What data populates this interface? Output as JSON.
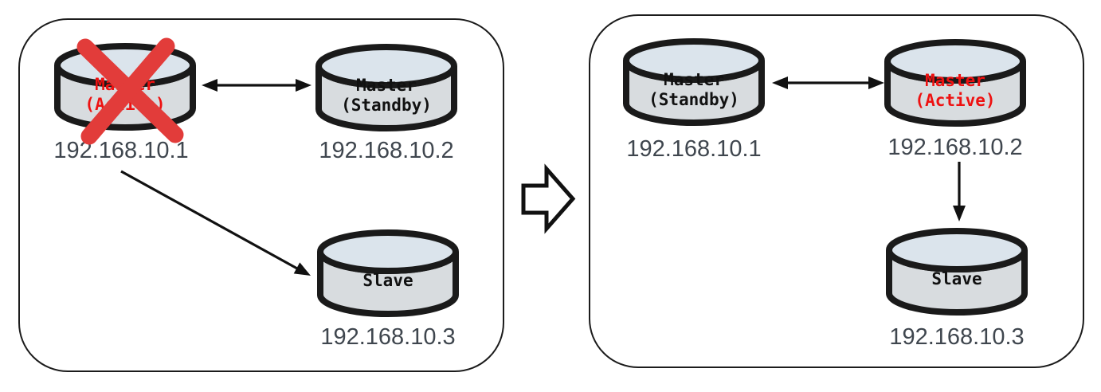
{
  "colors": {
    "outline": "#1a1a1a",
    "cylinder_body": "#d8dcdf",
    "cylinder_top": "#dbe4ec",
    "label_default": "#111111",
    "label_active_red": "#ee1111",
    "failure_cross_red": "#e23c3a",
    "ip_text": "#3f464e"
  },
  "panels": {
    "before": {
      "nodes": {
        "master_active": {
          "line1": "Master",
          "line2": "(Active)",
          "ip": "192.168.10.1"
        },
        "master_standby": {
          "line1": "Master",
          "line2": "(Standby)",
          "ip": "192.168.10.2"
        },
        "slave": {
          "line1": "Slave",
          "ip": "192.168.10.3"
        }
      },
      "failed_node": "master_active",
      "arrows": [
        {
          "type": "double-headed",
          "between": [
            "master_active",
            "master_standby"
          ]
        },
        {
          "type": "single-headed",
          "from": "master_active",
          "to": "slave"
        }
      ]
    },
    "after": {
      "nodes": {
        "master_standby": {
          "line1": "Master",
          "line2": "(Standby)",
          "ip": "192.168.10.1"
        },
        "master_active": {
          "line1": "Master",
          "line2": "(Active)",
          "ip": "192.168.10.2"
        },
        "slave": {
          "line1": "Slave",
          "ip": "192.168.10.3"
        }
      },
      "arrows": [
        {
          "type": "double-headed",
          "between": [
            "master_standby",
            "master_active"
          ]
        },
        {
          "type": "single-headed",
          "from": "master_active",
          "to": "slave"
        }
      ]
    },
    "transition": {
      "type": "hollow-right-arrow"
    }
  }
}
